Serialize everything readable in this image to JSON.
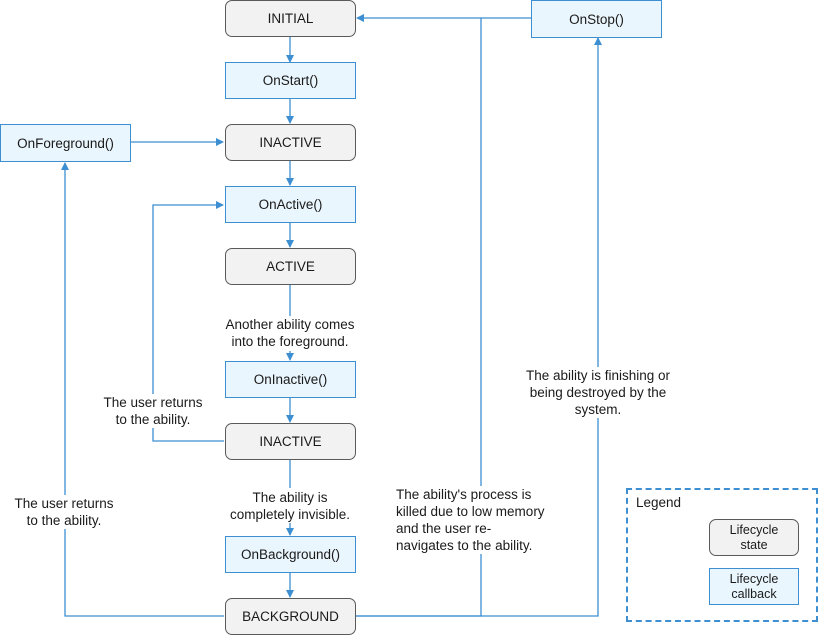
{
  "nodes": {
    "initial": "INITIAL",
    "on_start": "OnStart()",
    "inactive_top": "INACTIVE",
    "on_foreground": "OnForeground()",
    "on_active": "OnActive()",
    "active": "ACTIVE",
    "on_inactive": "OnInactive()",
    "inactive_bottom": "INACTIVE",
    "on_background": "OnBackground()",
    "background": "BACKGROUND",
    "on_stop": "OnStop()"
  },
  "labels": {
    "another_ability_1": "Another ability comes",
    "another_ability_2": "into the foreground.",
    "user_returns_inner_1": "The user returns",
    "user_returns_inner_2": "to the ability.",
    "invisible_1": "The ability is",
    "invisible_2": "completely invisible.",
    "user_returns_outer_1": "The user returns",
    "user_returns_outer_2": "to the ability.",
    "killed_1": "The ability's process is",
    "killed_2": "killed due to low memory",
    "killed_3": "and the user re-",
    "killed_4": "navigates to the ability.",
    "finishing_1": "The ability is finishing or",
    "finishing_2": "being destroyed by the",
    "finishing_3": "system."
  },
  "legend": {
    "title": "Legend",
    "state_1": "Lifecycle",
    "state_2": "state",
    "callback_1": "Lifecycle",
    "callback_2": "callback"
  },
  "colors": {
    "arrow": "#3d8fd1",
    "state_fill": "#f2f2f2",
    "callback_fill": "#eaf6fd",
    "callback_border": "#3d8fd1"
  }
}
